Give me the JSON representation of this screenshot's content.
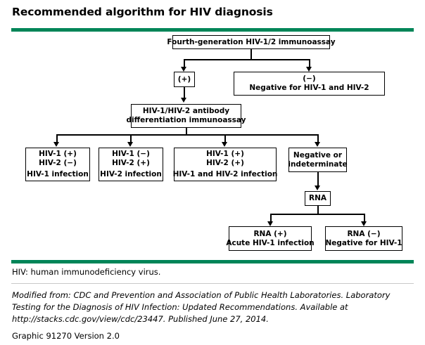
{
  "header": {
    "title": "Recommended algorithm for HIV diagnosis",
    "accent_color": "#008558"
  },
  "chart_data": {
    "type": "diagram",
    "title": "Recommended algorithm for HIV diagnosis",
    "nodes": [
      {
        "id": "n1",
        "label": "Fourth-generation HIV-1/2 immunoassay"
      },
      {
        "id": "n2",
        "label": "(+)"
      },
      {
        "id": "n3",
        "line1": "(−)",
        "line2": "Negative for HIV-1 and HIV-2"
      },
      {
        "id": "n4",
        "line1": "HIV-1/HIV-2 antibody",
        "line2": "differentiation immunoassay"
      },
      {
        "id": "n5",
        "line1": "HIV-1 (+)",
        "line2": "HIV-2 (−)",
        "line3": "HIV-1 infection"
      },
      {
        "id": "n6",
        "line1": "HIV-1 (−)",
        "line2": "HIV-2 (+)",
        "line3": "HIV-2 infection"
      },
      {
        "id": "n7",
        "line1": "HIV-1 (+)",
        "line2": "HIV-2 (+)",
        "line3": "HIV-1 and HIV-2 infection"
      },
      {
        "id": "n8",
        "line1": "Negative or",
        "line2": "indeterminate"
      },
      {
        "id": "n9",
        "label": "RNA"
      },
      {
        "id": "n10",
        "line1": "RNA (+)",
        "line2": "Acute HIV-1 infection"
      },
      {
        "id": "n11",
        "line1": "RNA (−)",
        "line2": "Negative for HIV-1"
      }
    ],
    "edges": [
      {
        "from": "n1",
        "to": "n2"
      },
      {
        "from": "n1",
        "to": "n3"
      },
      {
        "from": "n2",
        "to": "n4"
      },
      {
        "from": "n4",
        "to": "n5"
      },
      {
        "from": "n4",
        "to": "n6"
      },
      {
        "from": "n4",
        "to": "n7"
      },
      {
        "from": "n4",
        "to": "n8"
      },
      {
        "from": "n8",
        "to": "n9"
      },
      {
        "from": "n9",
        "to": "n10"
      },
      {
        "from": "n9",
        "to": "n11"
      }
    ]
  },
  "footer": {
    "abbreviation": "HIV: human immunodeficiency virus.",
    "citation": "Modified from: CDC and Prevention and Association of Public Health Laboratories. Laboratory Testing for the Diagnosis of HIV Infection: Updated Recommendations. Available at http://stacks.cdc.gov/view/cdc/23447. Published June 27, 2014.",
    "graphic_id": "Graphic 91270 Version 2.0"
  }
}
